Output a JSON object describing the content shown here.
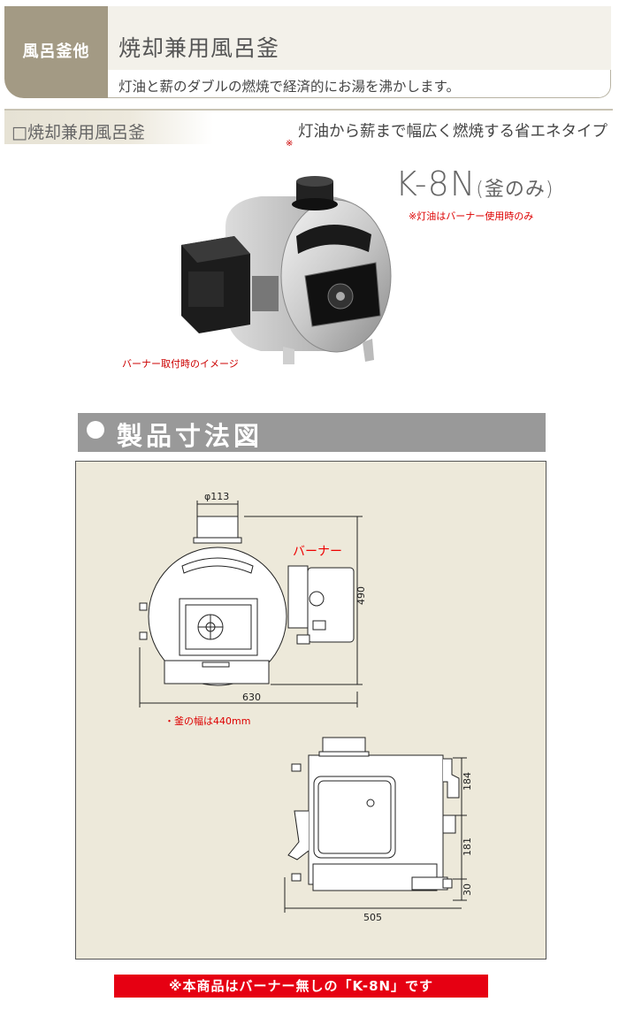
{
  "header": {
    "category": "風呂釜他",
    "title": "焼却兼用風呂釜",
    "subtitle": "灯油と薪のダブルの燃焼で経済的にお湯を沸かします。"
  },
  "section": {
    "title": "□焼却兼用風呂釜",
    "tagline": "灯油から薪まで幅広く燃焼する省エネタイプ",
    "tagline_mark": "※"
  },
  "product": {
    "model": "K-8N",
    "model_suffix": "(釜のみ)",
    "note": "※灯油はバーナー使用時のみ",
    "caption": "バーナー取付時のイメージ"
  },
  "dimensions": {
    "heading": "製品寸法図",
    "burner_label": "バーナー",
    "pipe_diameter": "φ113",
    "height": "490",
    "width": "630",
    "width_note": "・釜の幅は440mm",
    "side_depth": "505",
    "side_dim_top": "184",
    "side_dim_mid": "181",
    "side_dim_bottom": "30"
  },
  "notice": "※本商品はバーナー無しの「K-8N」です",
  "colors": {
    "category_bg": "#a39a84",
    "dim_header_bg": "#999999",
    "panel_bg": "#ede9da",
    "accent_red": "#e60012"
  }
}
